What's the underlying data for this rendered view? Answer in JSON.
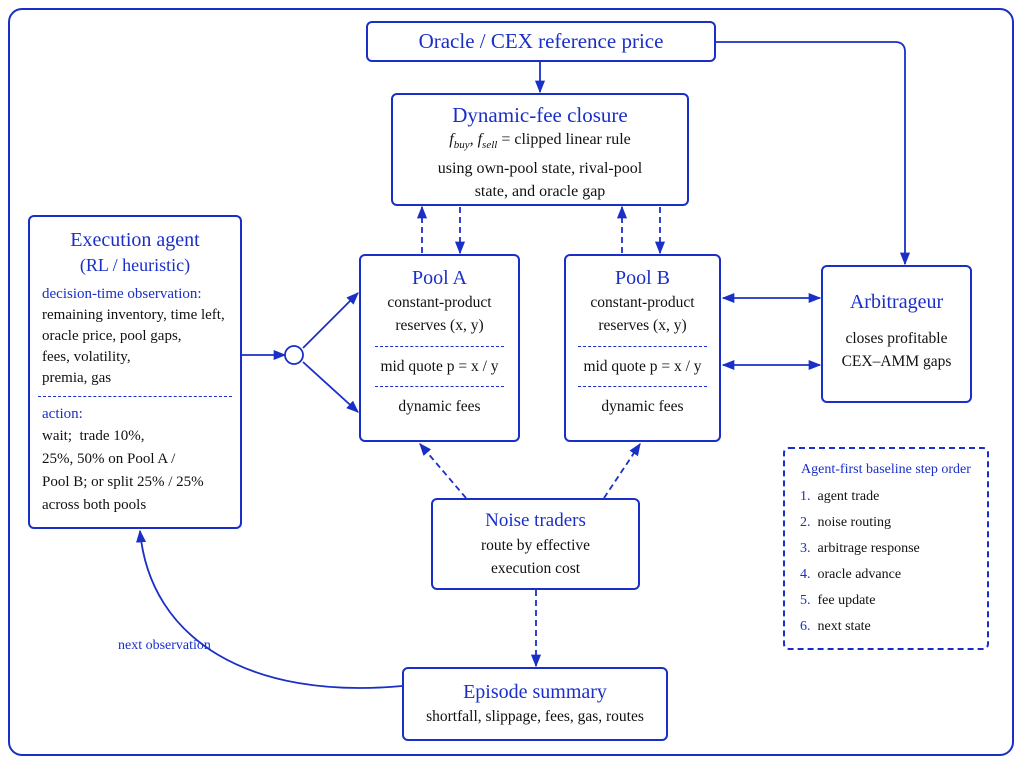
{
  "oracle": {
    "title": "Oracle / CEX reference price"
  },
  "fee_closure": {
    "title": "Dynamic-fee closure",
    "line1_vars": "f",
    "line1_sub1": "buy",
    "line1_sep": ", f",
    "line1_sub2": "sell",
    "line1_rest": " = clipped linear rule",
    "line2": "using own-pool state, rival-pool",
    "line3": "state, and oracle gap"
  },
  "agent": {
    "title": "Execution agent",
    "subtitle": "(RL / heuristic)",
    "obs_heading": "decision-time observation:",
    "obs_lines": [
      "remaining inventory, time left,",
      "oracle price, pool gaps,",
      "fees, volatility,",
      "premia, gas"
    ],
    "action_heading": "action:",
    "action_lines": [
      "wait;  trade 10%,",
      "25%, 50% on Pool A /",
      "Pool B; or split 25% / 25%",
      "across both pools"
    ]
  },
  "pool_a": {
    "title": "Pool A",
    "line1": "constant-product",
    "line2": "reserves (x, y)",
    "quote": "mid quote p = x / y",
    "fees": "dynamic fees"
  },
  "pool_b": {
    "title": "Pool B",
    "line1": "constant-product",
    "line2": "reserves (x, y)",
    "quote": "mid quote p = x / y",
    "fees": "dynamic fees"
  },
  "arb": {
    "title": "Arbitrageur",
    "line1": "closes profitable",
    "line2": "CEX–AMM gaps"
  },
  "noise": {
    "title": "Noise traders",
    "line1": "route by effective",
    "line2": "execution cost"
  },
  "summary": {
    "title": "Episode summary",
    "line1": "shortfall, slippage, fees, gas, routes"
  },
  "steps": {
    "title": "Agent-first baseline step order",
    "items": [
      {
        "num": "1.",
        "label": "agent trade"
      },
      {
        "num": "2.",
        "label": "noise routing"
      },
      {
        "num": "3.",
        "label": "arbitrage response"
      },
      {
        "num": "4.",
        "label": "oracle advance"
      },
      {
        "num": "5.",
        "label": "fee update"
      },
      {
        "num": "6.",
        "label": "next state"
      }
    ]
  },
  "next_obs_label": "next observation",
  "colors": {
    "accent": "#1a2fc8",
    "text": "#111111"
  }
}
